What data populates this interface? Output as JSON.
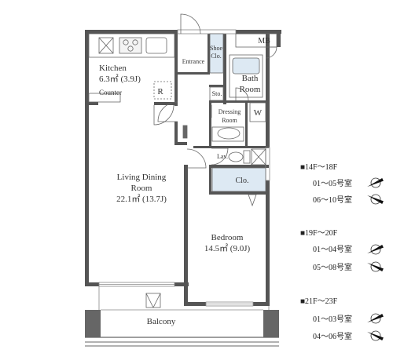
{
  "rooms": {
    "kitchen": {
      "name": "Kitchen",
      "size": "6.3㎡ (3.9J)"
    },
    "living": {
      "name1": "Living Dining",
      "name2": "Room",
      "size": "22.1㎡ (13.7J)"
    },
    "bedroom": {
      "name": "Bedroom",
      "size": "14.5㎡ (9.0J)"
    },
    "bath": {
      "name1": "Bath",
      "name2": "Room"
    },
    "dressing": {
      "name1": "Dressing",
      "name2": "Room"
    },
    "entrance": "Entrance",
    "shoe": {
      "name1": "Shoe",
      "name2": "Clo."
    },
    "storage": "Sto.",
    "mb": "MB",
    "lav": "Lav.",
    "closet": "Clo.",
    "washer": "W",
    "fridge": "R",
    "counter": "Counter",
    "balcony": "Balcony"
  },
  "legend": [
    {
      "floors": "■14F～18F",
      "units": [
        {
          "label": "01～05号室",
          "dir": "nw"
        },
        {
          "label": "06～10号室",
          "dir": "sw"
        }
      ]
    },
    {
      "floors": "■19F～20F",
      "units": [
        {
          "label": "01～04号室",
          "dir": "nw"
        },
        {
          "label": "05～08号室",
          "dir": "sw"
        }
      ]
    },
    {
      "floors": "■21F～23F",
      "units": [
        {
          "label": "01～03号室",
          "dir": "nw"
        },
        {
          "label": "04～06号室",
          "dir": "sw"
        }
      ]
    }
  ],
  "colors": {
    "wall": "#555555",
    "light_blue": "#dde9f3",
    "line": "#666666"
  }
}
